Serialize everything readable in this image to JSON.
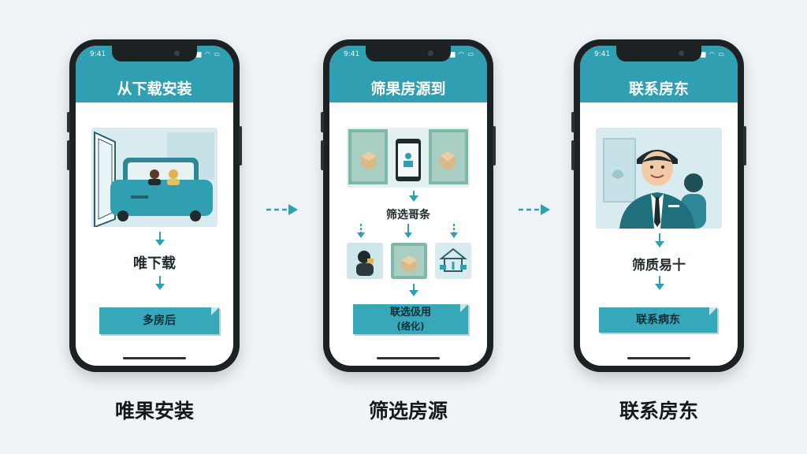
{
  "colors": {
    "accent": "#2f9fb1",
    "background": "#eef4f7",
    "phone_body": "#1c2224"
  },
  "phones": [
    {
      "time": "9:41",
      "header_title": "从下载安装",
      "step_text": "唯下载",
      "button_label": "多房后"
    },
    {
      "time": "9:41",
      "header_title": "筛果房源到",
      "filter_text": "筛选哥条",
      "button_line1": "联选伋用",
      "button_line2": "(络化)"
    },
    {
      "time": "9:41",
      "header_title": "联系房东",
      "step_text": "筛质易十",
      "button_label": "联系病东"
    }
  ],
  "captions": [
    "唯果安装",
    "筛选房源",
    "联系房东"
  ],
  "icons": [
    "door-icon",
    "car-icon",
    "person-icon",
    "smartphone-icon",
    "box-icon",
    "agent-icon",
    "house-icon",
    "landlord-icon",
    "arrow-right-icon"
  ]
}
